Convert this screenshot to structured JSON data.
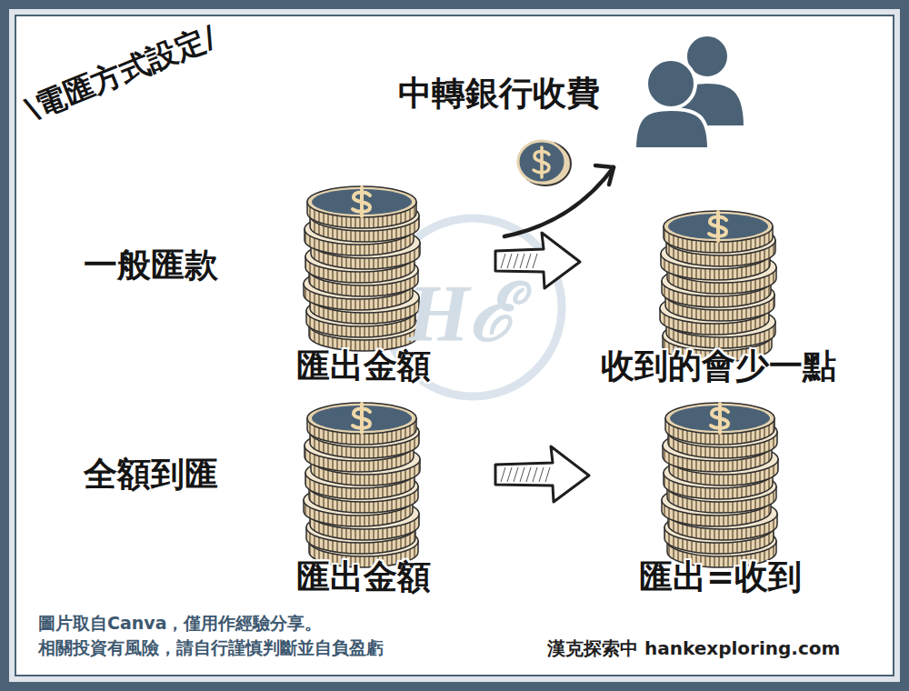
{
  "diagram": {
    "title": "\\電匯方式設定/",
    "nodes": [
      {
        "text": [
          "中轉銀行收費"
        ]
      },
      {
        "text": [
          "匯出金額"
        ]
      },
      {
        "text": [
          "收到的會少一點"
        ]
      },
      {
        "text": [
          "匯出金額"
        ]
      },
      {
        "text": [
          "匯出=收到"
        ]
      }
    ],
    "edges": [
      {
        "from": 1,
        "to": 0,
        "arrow": "to"
      },
      {
        "from": 1,
        "to": 2,
        "arrow": "to"
      },
      {
        "from": 3,
        "to": 4,
        "arrow": "to"
      }
    ],
    "labels": [
      "一般匯款",
      "全額到匯",
      "Hℰ",
      "圖片取自Canva，僅用作經驗分享。",
      "相關投資有風險，請自行謹慎判斷並自負盈虧",
      "漢克探索中 hankexploring.com"
    ]
  }
}
